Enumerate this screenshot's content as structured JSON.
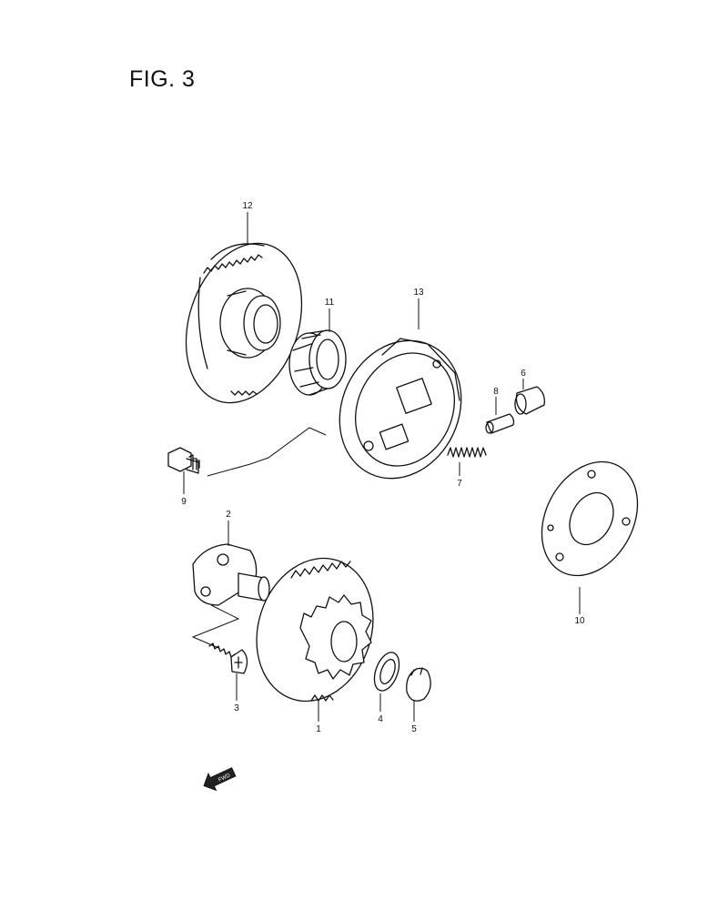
{
  "figure": {
    "title": "FIG. 3"
  },
  "callouts": [
    {
      "id": "1",
      "label": "1"
    },
    {
      "id": "2",
      "label": "2"
    },
    {
      "id": "3",
      "label": "3"
    },
    {
      "id": "4",
      "label": "4"
    },
    {
      "id": "5",
      "label": "5"
    },
    {
      "id": "6",
      "label": "6"
    },
    {
      "id": "7",
      "label": "7"
    },
    {
      "id": "8",
      "label": "8"
    },
    {
      "id": "9",
      "label": "9"
    },
    {
      "id": "10",
      "label": "10"
    },
    {
      "id": "11",
      "label": "11"
    },
    {
      "id": "12",
      "label": "12"
    },
    {
      "id": "13",
      "label": "13"
    }
  ],
  "direction_arrow": {
    "label": "FWD",
    "icon": "forward-arrow-icon"
  }
}
